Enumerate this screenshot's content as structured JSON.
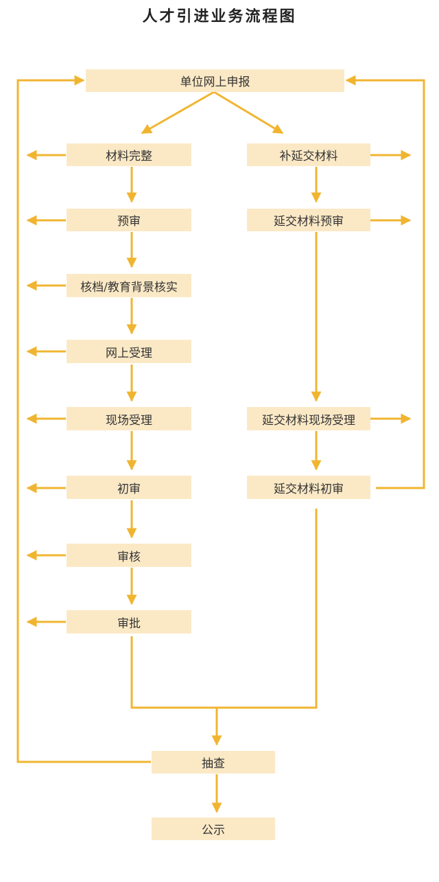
{
  "title": "人才引进业务流程图",
  "colors": {
    "line": "#f0b530",
    "box": "#fbe9c6",
    "text": "#333333"
  },
  "nodes": {
    "submit": "单位网上申报",
    "complete": "材料完整",
    "prereview": "预审",
    "verify": "核档/教育背景核实",
    "online": "网上受理",
    "onsite": "现场受理",
    "firstreview": "初审",
    "audit": "审核",
    "approve": "审批",
    "supplement": "补延交材料",
    "sup_prereview": "延交材料预审",
    "sup_onsite": "延交材料现场受理",
    "sup_firstreview": "延交材料初审",
    "spotcheck": "抽查",
    "publicize": "公示"
  }
}
